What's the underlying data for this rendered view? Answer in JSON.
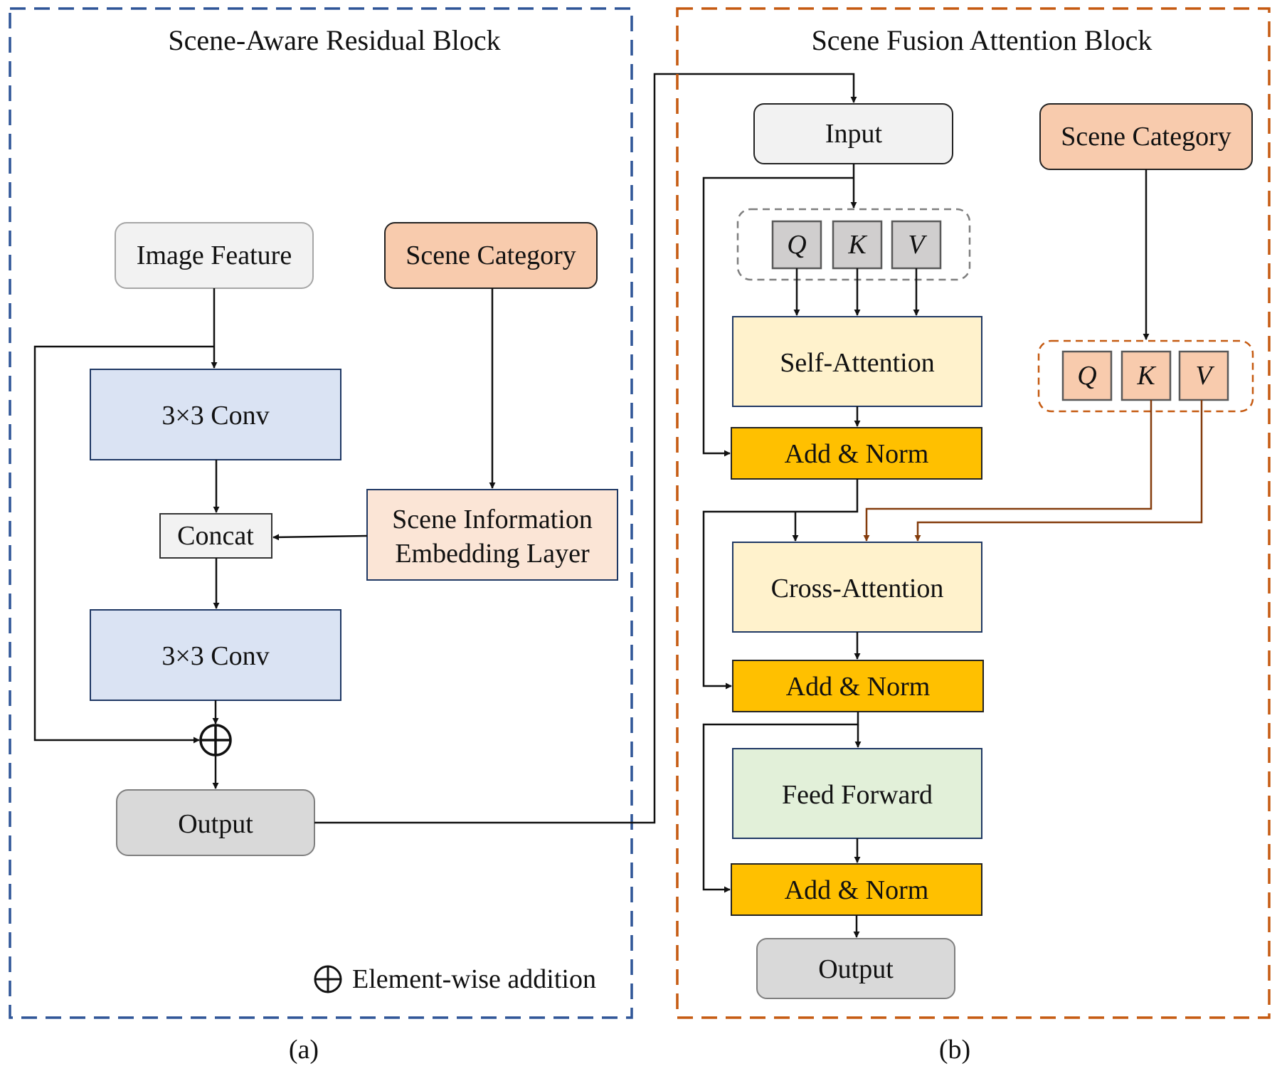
{
  "panel_a": {
    "title": "Scene-Aware Residual Block",
    "caption": "(a)",
    "image_feature": "Image Feature",
    "scene_category": "Scene Category",
    "conv1": "3×3 Conv",
    "concat": "Concat",
    "embed_line1": "Scene Information",
    "embed_line2": "Embedding Layer",
    "conv2": "3×3 Conv",
    "output": "Output",
    "legend_text": "Element-wise addition"
  },
  "panel_b": {
    "title": "Scene Fusion Attention Block",
    "caption": "(b)",
    "input": "Input",
    "scene_category": "Scene Category",
    "q": "Q",
    "k": "K",
    "v": "V",
    "q2": "Q",
    "k2": "K",
    "v2": "V",
    "self_attention": "Self-Attention",
    "add_norm_1": "Add & Norm",
    "cross_attention": "Cross-Attention",
    "add_norm_2": "Add & Norm",
    "feed_forward": "Feed Forward",
    "add_norm_3": "Add & Norm",
    "output": "Output"
  },
  "colors": {
    "panel_a_border": "#2f5597",
    "panel_b_border": "#c55a11",
    "conv_fill": "#dae3f3",
    "scene_fill": "#f8cbad",
    "embed_fill": "#fbe5d6",
    "attention_fill": "#fff2cc",
    "addnorm_fill": "#ffc000",
    "ff_fill": "#e2f0d9",
    "light_gray": "#f2f2f2",
    "gray": "#d9d9d9",
    "qkv_gray": "#d0cece",
    "brown_arrow": "#843c0c"
  }
}
